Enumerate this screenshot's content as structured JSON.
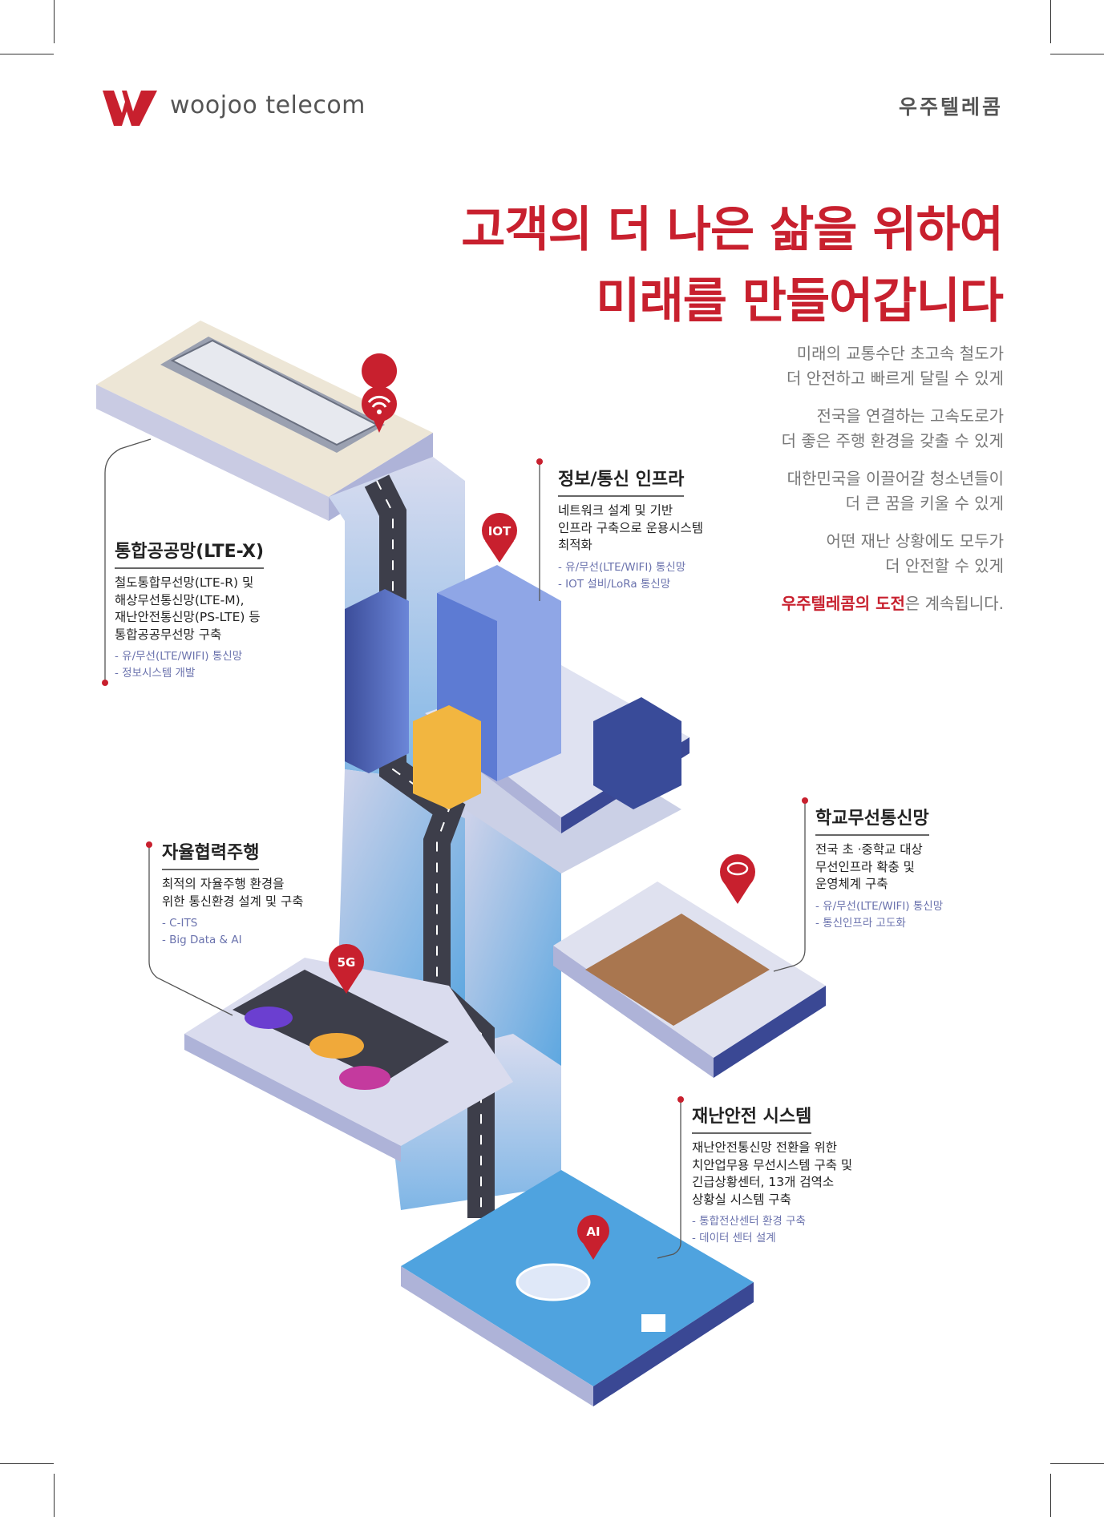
{
  "header": {
    "logo_text": "woojoo telecom",
    "brand_korean": "우주텔레콤"
  },
  "headline": {
    "line1": "고객의 더 나은 삶을 위하여",
    "line2": "미래를 만들어갑니다"
  },
  "intro": {
    "p1": [
      "미래의 교통수단 초고속 철도가",
      "더 안전하고 빠르게 달릴 수 있게"
    ],
    "p2": [
      "전국을 연결하는 고속도로가",
      "더 좋은 주행 환경을 갖출 수 있게"
    ],
    "p3": [
      "대한민국을 이끌어갈 청소년들이",
      "더 큰 꿈을 키울 수 있게"
    ],
    "p4": [
      "어떤 재난 상황에도 모두가",
      "더 안전할 수 있게"
    ],
    "closing_highlight": "우주텔레콤의 도전",
    "closing_rest": "은 계속됩니다."
  },
  "pins": {
    "iot": "IOT",
    "fiveg": "5G",
    "ai": "AI"
  },
  "callouts": {
    "lte_x": {
      "title": "통합공공망(LTE-X)",
      "body": [
        "철도통합무선망(LTE-R) 및",
        "해상무선통신망(LTE-M),",
        "재난안전통신망(PS-LTE) 등",
        "통합공공무선망 구축"
      ],
      "bullets": [
        "- 유/무선(LTE/WIFI) 통신망",
        "- 정보시스템 개발"
      ]
    },
    "infra": {
      "title": "정보/통신 인프라",
      "body": [
        "네트워크 설계 및 기반",
        "인프라 구축으로 운용시스템",
        "최적화"
      ],
      "bullets": [
        "- 유/무선(LTE/WIFI) 통신망",
        "- IOT 설비/LoRa 통신망"
      ]
    },
    "school": {
      "title": "학교무선통신망",
      "body": [
        "전국 초 ·중학교 대상",
        "무선인프라 확충 및",
        "운영체계 구축"
      ],
      "bullets": [
        "- 유/무선(LTE/WIFI) 통신망",
        "- 통신인프라 고도화"
      ]
    },
    "autonomous": {
      "title": "자율협력주행",
      "body": [
        "최적의 자율주행 환경을",
        "위한 통신환경 설계 및 구축"
      ],
      "bullets": [
        "- C-ITS",
        "- Big Data & AI"
      ]
    },
    "disaster": {
      "title": "재난안전 시스템",
      "body": [
        "재난안전통신망 전환을 위한",
        "치안업무용 무선시스템 구축 및",
        "긴급상황센터, 13개 검역소",
        "상황실 시스템 구축"
      ],
      "bullets": [
        "- 통합전산센터 환경 구축",
        "- 데이터 센터 설계"
      ]
    }
  },
  "colors": {
    "brand_red": "#c8202e",
    "bullet_blue": "#6a72ad"
  }
}
